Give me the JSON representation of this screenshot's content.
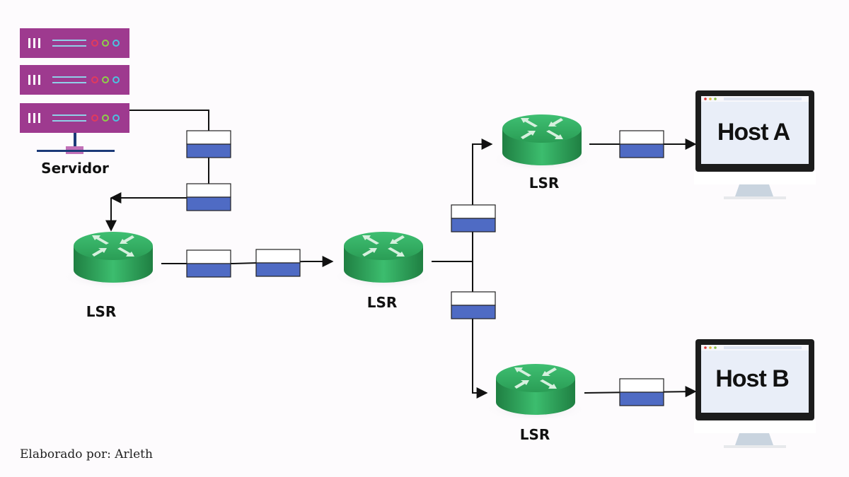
{
  "labels": {
    "server": "Servidor",
    "lsr_ingress": "LSR",
    "lsr_core": "LSR",
    "lsr_upper": "LSR",
    "lsr_lower": "LSR",
    "host_a": "Host A",
    "host_b": "Host B"
  },
  "credit": "Elaborado por: Arleth",
  "icons": {
    "server": "server-rack-icon",
    "router": "router-icon",
    "host": "monitor-icon",
    "packet": "labeled-packet-icon"
  },
  "colors": {
    "background": "#fdfbfd",
    "server_body": "#9e3a8f",
    "router_green": "#2faa5e",
    "packet_label": "#4f6bc4",
    "packet_header": "#ffffff",
    "arrow": "#111111",
    "monitor_frame": "#1c1c1c",
    "monitor_screen": "#e9eef8"
  }
}
